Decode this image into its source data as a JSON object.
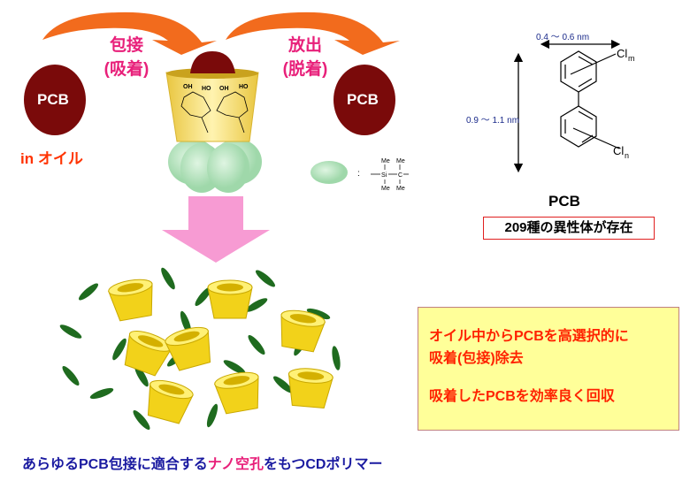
{
  "process": {
    "step1_label": "包接",
    "step1_sub": "(吸着)",
    "step2_label": "放出",
    "step2_sub": "(脱着)",
    "pcb_left": "PCB",
    "pcb_right": "PCB",
    "in_oil": "in オイル",
    "cd_hydroxyls": [
      "OH",
      "HO",
      "OH",
      "HO"
    ],
    "silyl_group": {
      "colon": ":",
      "me": "Me",
      "si": "Si",
      "c": "C"
    }
  },
  "molecule": {
    "width_label": "0.4 〜 0.6 nm",
    "height_label": "0.9 〜 1.1 nm",
    "cl_m": "Cl",
    "cl_m_sub": "m",
    "cl_n": "Cl",
    "cl_n_sub": "n",
    "name": "PCB",
    "isomers": "209種の異性体が存在"
  },
  "highlight_box": {
    "line1": "オイル中からPCBを高選択的に",
    "line2": "吸着(包接)除去",
    "line3": "吸着したPCBを効率良く回収"
  },
  "caption": {
    "part1": "あらゆるPCB包接に適合する",
    "part2": "ナノ空孔",
    "part3": "をもつCDポリマー"
  },
  "colors": {
    "arrow": "#f26b1d",
    "pcb": "#7a0a0a",
    "cup": "#f5d84a",
    "green": "#b8e6c0",
    "pink_arrow": "#f79bd3",
    "caption_blue": "#1a1aa0",
    "caption_pink": "#e8207a"
  }
}
